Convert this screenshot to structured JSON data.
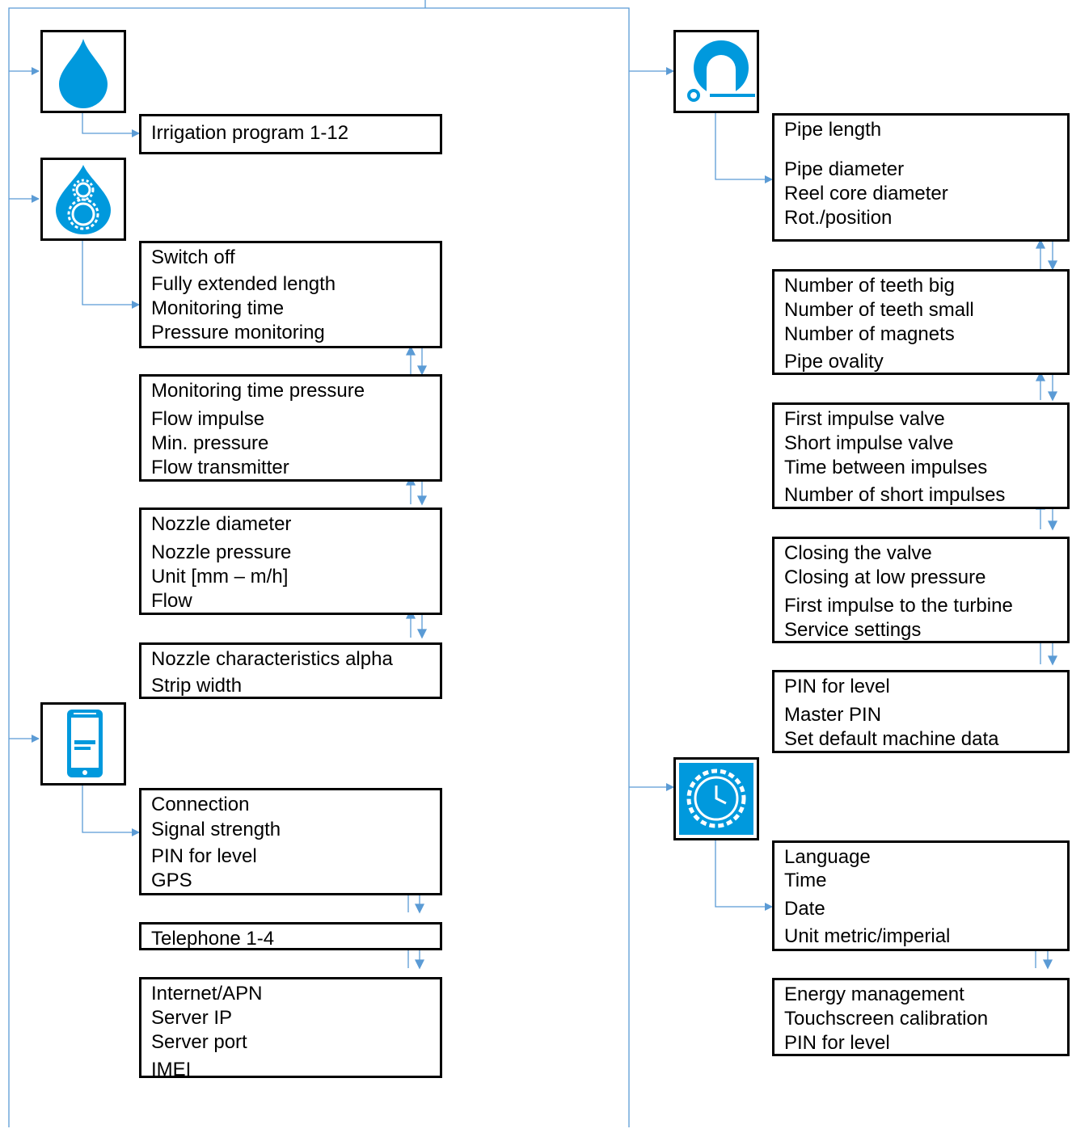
{
  "colors": {
    "accent": "#0099dd",
    "connector": "#5b9bd5",
    "border": "#000000"
  },
  "icons": {
    "irrigation": "water-drop-icon",
    "machine": "gear-drop-icon",
    "mobile": "smartphone-icon",
    "pipe": "pipe-reel-icon",
    "system": "clock-gear-icon"
  },
  "left": {
    "irrigation_box": {
      "items": [
        "Irrigation program 1-12"
      ]
    },
    "machine_boxes": [
      {
        "items": [
          "Switch off",
          "Fully extended length",
          "Monitoring time",
          "Pressure monitoring"
        ]
      },
      {
        "items": [
          "Monitoring time pressure",
          "Flow impulse",
          "Min. pressure",
          "Flow transmitter"
        ]
      },
      {
        "items": [
          "Nozzle diameter",
          "Nozzle pressure",
          "Unit [mm – m/h]",
          "Flow"
        ]
      },
      {
        "items": [
          "Nozzle characteristics alpha",
          "Strip width"
        ]
      }
    ],
    "mobile_boxes": [
      {
        "items": [
          "Connection",
          "Signal strength",
          "PIN for level",
          "GPS"
        ]
      },
      {
        "items": [
          "Telephone 1-4"
        ]
      },
      {
        "items": [
          "Internet/APN",
          "Server IP",
          "Server port",
          "IMEI"
        ]
      }
    ]
  },
  "right": {
    "pipe_boxes": [
      {
        "items": [
          "Pipe length",
          "Pipe diameter",
          "Reel core diameter",
          "Rot./position"
        ]
      },
      {
        "items": [
          "Number of teeth big",
          "Number of teeth small",
          "Number of magnets",
          "Pipe ovality"
        ]
      },
      {
        "items": [
          "First impulse valve",
          "Short impulse valve",
          "Time between impulses",
          "Number of short impulses"
        ]
      },
      {
        "items": [
          "Closing the valve",
          "Closing at low pressure",
          "First impulse to the turbine",
          "Service settings"
        ]
      },
      {
        "items": [
          "PIN for level",
          "Master PIN",
          "Set default machine data"
        ]
      }
    ],
    "system_boxes": [
      {
        "items": [
          "Language",
          "Time",
          "Date",
          "Unit metric/imperial"
        ]
      },
      {
        "items": [
          "Energy management",
          "Touchscreen calibration",
          "PIN for level"
        ]
      }
    ]
  }
}
